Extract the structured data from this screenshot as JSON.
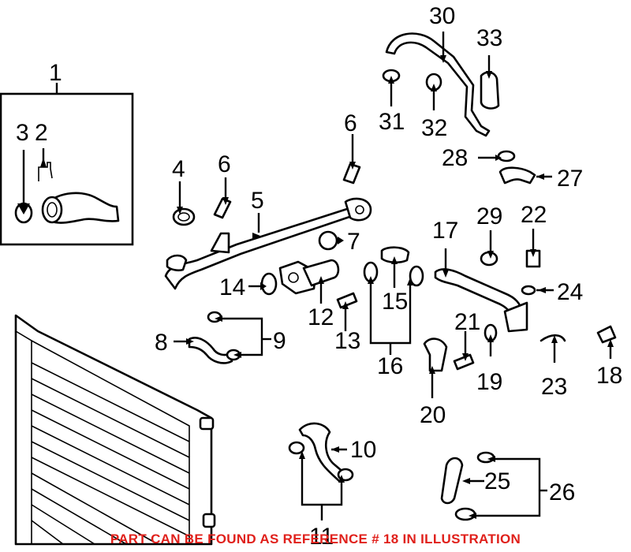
{
  "caption": "PART CAN BE FOUND AS REFERENCE # 18 IN ILLUSTRATION",
  "ref_numbers": {
    "r1": "1",
    "r2": "2",
    "r3": "3",
    "r4": "4",
    "r5": "5",
    "r6a": "6",
    "r6b": "6",
    "r7": "7",
    "r8": "8",
    "r9": "9",
    "r10": "10",
    "r11": "11",
    "r12": "12",
    "r13": "13",
    "r14": "14",
    "r15": "15",
    "r16": "16",
    "r17": "17",
    "r18": "18",
    "r19": "19",
    "r20": "20",
    "r21": "21",
    "r22": "22",
    "r23": "23",
    "r24": "24",
    "r25": "25",
    "r26": "26",
    "r27": "27",
    "r28": "28",
    "r29": "29",
    "r30": "30",
    "r31": "31",
    "r32": "32",
    "r33": "33"
  },
  "colors": {
    "caption": "#e0201b",
    "ink": "#000000"
  }
}
